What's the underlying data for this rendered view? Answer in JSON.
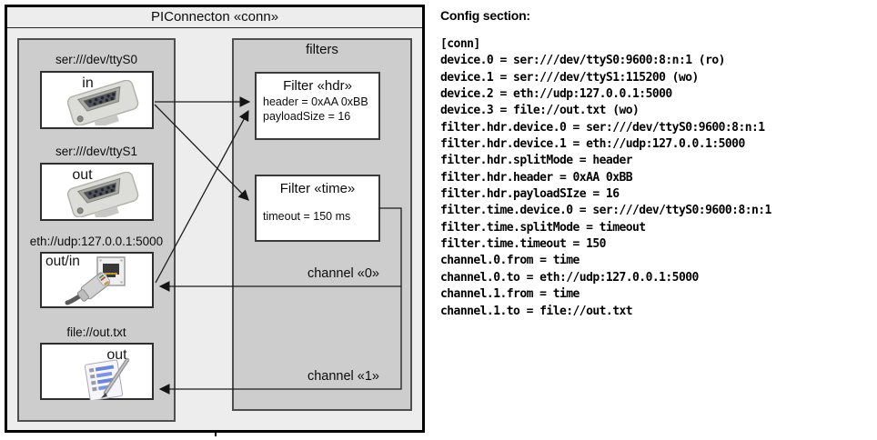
{
  "diagram": {
    "title": "PIConnecton «conn»",
    "filters_title": "filters",
    "devices": [
      {
        "label": "ser:///dev/ttyS0",
        "mode": "in"
      },
      {
        "label": "ser:///dev/ttyS1",
        "mode": "out"
      },
      {
        "label": "eth://udp:127.0.0.1:5000",
        "mode": "out/in"
      },
      {
        "label": "file://out.txt",
        "mode": "out"
      }
    ],
    "filters": [
      {
        "title": "Filter «hdr»",
        "lines": [
          "header = 0xAA 0xBB",
          "payloadSize = 16"
        ]
      },
      {
        "title": "Filter «time»",
        "lines": [
          "timeout = 150 ms"
        ]
      }
    ],
    "channels": [
      {
        "label": "channel «0»"
      },
      {
        "label": "channel «1»"
      }
    ],
    "icons": [
      "serial-connector-icon",
      "serial-connector-icon",
      "ethernet-jack-icon",
      "ethernet-plug-icon",
      "notepad-icon"
    ]
  },
  "config": {
    "heading": "Config section:",
    "lines": [
      "[conn]",
      "device.0 = ser:///dev/ttyS0:9600:8:n:1 (ro)",
      "device.1 = ser:///dev/ttyS1:115200 (wo)",
      "device.2 = eth://udp:127.0.0.1:5000",
      "device.3 = file://out.txt (wo)",
      "filter.hdr.device.0 = ser:///dev/ttyS0:9600:8:n:1",
      "filter.hdr.device.1 = eth://udp:127.0.0.1:5000",
      "filter.hdr.splitMode = header",
      "filter.hdr.header = 0xAA 0xBB",
      "filter.hdr.payloadSIze = 16",
      "filter.time.device.0 = ser:///dev/ttyS0:9600:8:n:1",
      "filter.time.splitMode = timeout",
      "filter.time.timeout = 150",
      "channel.0.from = time",
      "channel.0.to = eth://udp:127.0.0.1:5000",
      "channel.1.from = time",
      "channel.1.to = file://out.txt"
    ]
  },
  "colors": {
    "diagram_background": "#ededed",
    "panel_background": "#cdcdcd",
    "box_background": "#ffffff",
    "line": "#1c1c1c"
  }
}
